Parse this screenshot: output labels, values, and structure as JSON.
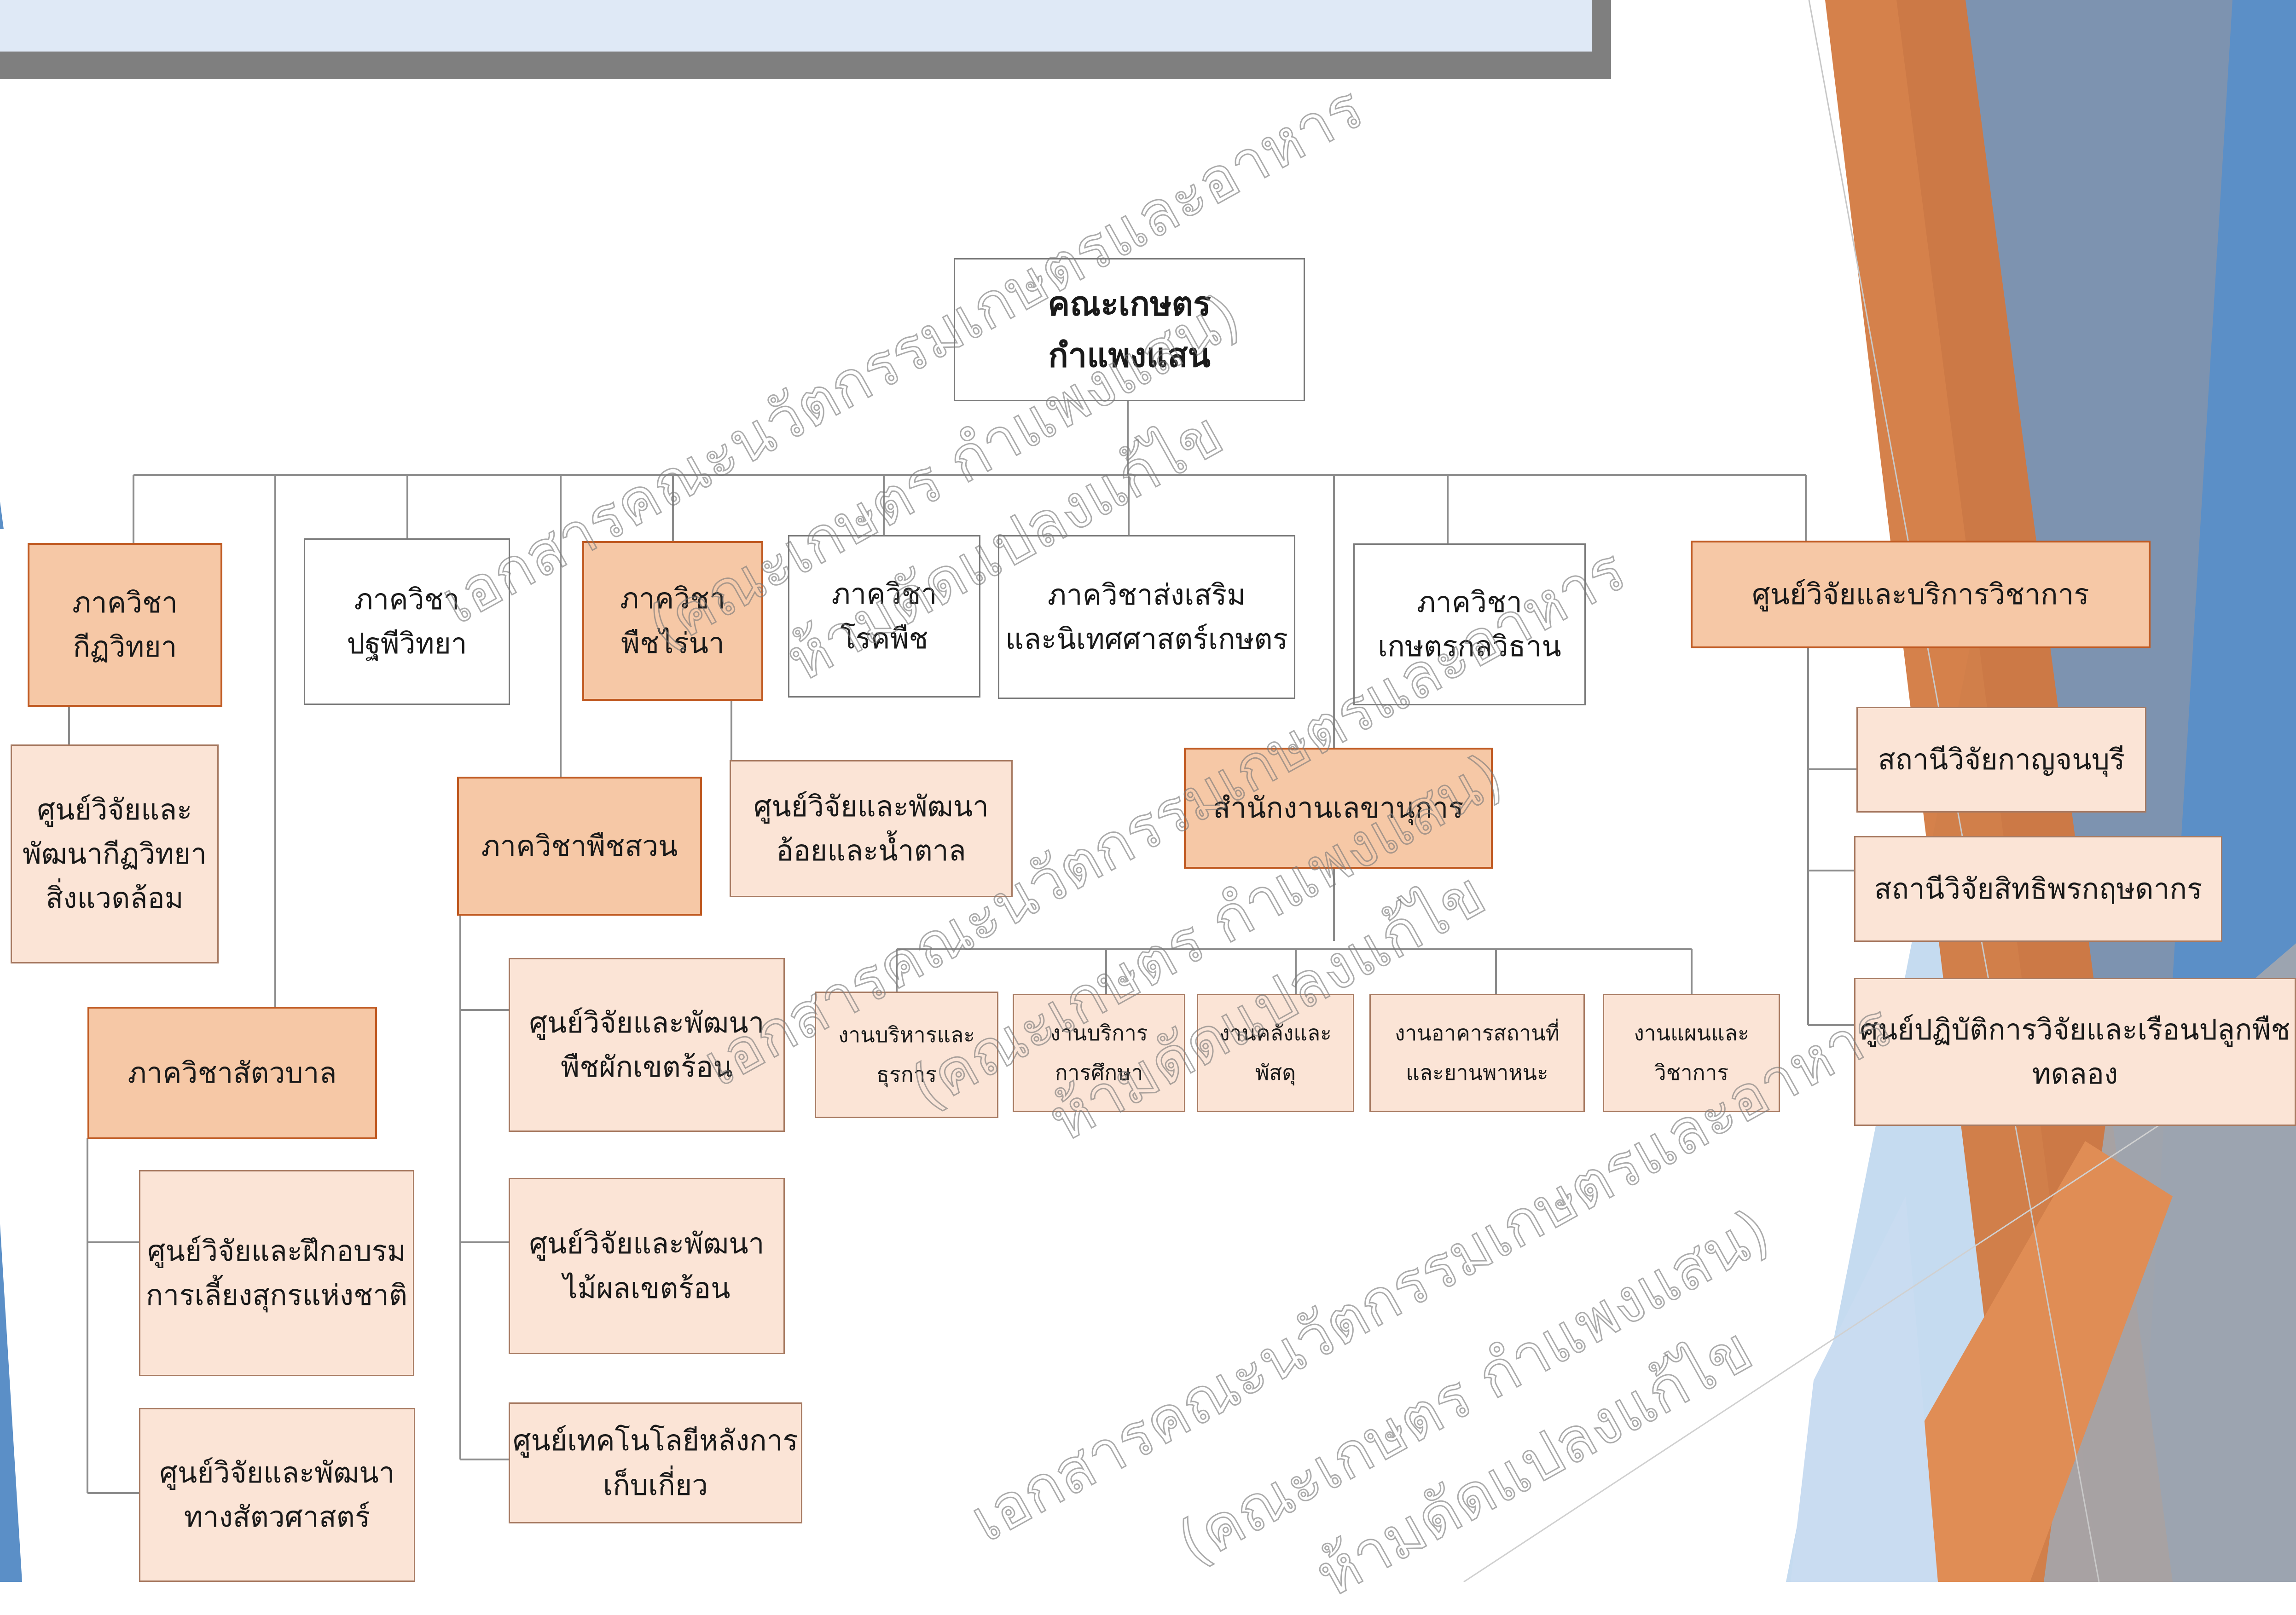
{
  "colors": {
    "top_banner_fill": "#dfe9f6",
    "top_banner_border": "#7f7f7f",
    "department_fill": "#f6c8a6",
    "department_border": "#c05a22",
    "center_fill": "#fbe4d6",
    "plain_fill": "#ffffff",
    "connector": "#8c8c8c",
    "deco_orange": "#d2773d",
    "deco_blue": "#5b8fc7",
    "deco_light_blue": "#b5d0ec",
    "watermark": "#8a8a8a"
  },
  "org_chart": {
    "root": {
      "lines": [
        "คณะเกษตร",
        "กำแพงแสน"
      ]
    },
    "departments": {
      "entomology": {
        "lines": [
          "ภาควิชา",
          "กีฏวิทยา"
        ]
      },
      "soil_science": {
        "lines": [
          "ภาควิชา",
          "ปฐพีวิทยา"
        ]
      },
      "agronomy": {
        "lines": [
          "ภาควิชา",
          "พืชไร่นา"
        ]
      },
      "plant_pathology": {
        "lines": [
          "ภาควิชา",
          "โรคพืช"
        ]
      },
      "extension": {
        "lines": [
          "ภาควิชาส่งเสริม",
          "และนิเทศศาสตร์เกษตร"
        ]
      },
      "agricultural_science": {
        "lines": [
          "ภาควิชา",
          "เกษตรกลวิธาน"
        ]
      },
      "research_service_center": {
        "lines": [
          "ศูนย์วิจัยและบริการวิชาการ"
        ]
      },
      "animal_science": {
        "lines": [
          "ภาควิชาสัตวบาล"
        ]
      },
      "horticulture": {
        "lines": [
          "ภาควิชาพืชสวน"
        ]
      },
      "secretary_office": {
        "lines": [
          "สำนักงานเลขานุการ"
        ]
      }
    },
    "centers": {
      "entomology_env": {
        "lines": [
          "ศูนย์วิจัยและ",
          "พัฒนากีฏวิทยา",
          "สิ่งแวดล้อม"
        ]
      },
      "sugarcane": {
        "lines": [
          "ศูนย์วิจัยและพัฒนา",
          "อ้อยและน้ำตาล"
        ]
      },
      "swine_training": {
        "lines": [
          "ศูนย์วิจัยและฝึกอบรม",
          "การเลี้ยงสุกรแห่งชาติ"
        ]
      },
      "animal_science_dev": {
        "lines": [
          "ศูนย์วิจัยและพัฒนา",
          "ทางสัตวศาสตร์"
        ]
      },
      "tropical_vegetables": {
        "lines": [
          "ศูนย์วิจัยและพัฒนา",
          "พืชผักเขตร้อน"
        ]
      },
      "tropical_fruit": {
        "lines": [
          "ศูนย์วิจัยและพัฒนา",
          "ไม้ผลเขตร้อน"
        ]
      },
      "postharvest": {
        "lines": [
          "ศูนย์เทคโนโลยีหลังการ",
          "เก็บเกี่ยว"
        ]
      },
      "kanchanaburi_station": {
        "lines": [
          "สถานีวิจัยกาญจนบุรี"
        ]
      },
      "sittiporn_station": {
        "lines": [
          "สถานีวิจัยสิทธิพรกฤษดากร"
        ]
      },
      "greenhouse_center": {
        "lines": [
          "ศูนย์ปฏิบัติการวิจัยและเรือนปลูกพืช",
          "ทดลอง"
        ]
      }
    },
    "units": {
      "admin": {
        "lines": [
          "งานบริหารและ",
          "ธุรการ"
        ]
      },
      "education": {
        "lines": [
          "งานบริการ",
          "การศึกษา"
        ]
      },
      "treasury": {
        "lines": [
          "งานคลังและ",
          "พัสดุ"
        ]
      },
      "buildings": {
        "lines": [
          "งานอาคารสถานที่",
          "และยานพาหนะ"
        ]
      },
      "planning": {
        "lines": [
          "งานแผนและ",
          "วิชาการ"
        ]
      }
    }
  },
  "watermark": {
    "lines": [
      "เอกสารคณะนวัตกรรมเกษตรและอาหาร",
      "(คณะเกษตร กำแพงแสน)",
      "ห้ามดัดแปลงแก้ไข"
    ]
  }
}
